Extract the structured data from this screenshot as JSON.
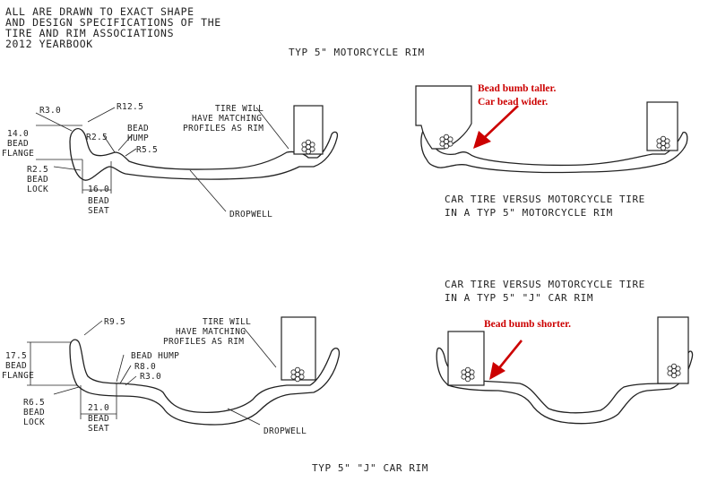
{
  "header": {
    "line1": "ALL ARE DRAWN TO EXACT SHAPE",
    "line2": "AND DESIGN SPECIFICATIONS OF THE",
    "line3": "TIRE AND RIM ASSOCIATIONS",
    "line4": "2012 YEARBOOK"
  },
  "moto_rim": {
    "title": "TYP 5\" MOTORCYCLE RIM",
    "r30": "R3.0",
    "r125": "R12.5",
    "r25_top": "R2.5",
    "bead_hump_1": "BEAD",
    "bead_hump_2": "HUMP",
    "r55": "R5.5",
    "flange_1": "14.0",
    "flange_2": "BEAD",
    "flange_3": "FLANGE",
    "lock_1": "R2.5",
    "lock_2": "BEAD",
    "lock_3": "LOCK",
    "seat_1": "16.0",
    "seat_2": "BEAD",
    "seat_3": "SEAT",
    "dropwell": "DROPWELL",
    "tire_note_1": "TIRE WILL",
    "tire_note_2": "HAVE MATCHING",
    "tire_note_3": "PROFILES AS RIM"
  },
  "car_rim": {
    "title": "TYP 5\" \"J\" CAR RIM",
    "r95": "R9.5",
    "bead_hump": "BEAD HUMP",
    "r80": "R8.0",
    "r30": "R3.0",
    "flange_1": "17.5",
    "flange_2": "BEAD",
    "flange_3": "FLANGE",
    "lock_1": "R6.5",
    "lock_2": "BEAD",
    "lock_3": "LOCK",
    "seat_1": "21.0",
    "seat_2": "BEAD",
    "seat_3": "SEAT",
    "dropwell": "DROPWELL",
    "tire_note_1": "TIRE WILL",
    "tire_note_2": "HAVE MATCHING",
    "tire_note_3": "PROFILES AS RIM"
  },
  "compare_moto": {
    "caption_1": "CAR TIRE VERSUS MOTORCYCLE TIRE",
    "caption_2": "IN A TYP 5\" MOTORCYCLE RIM",
    "note_1": "Bead bumb taller.",
    "note_2": "Car bead wider."
  },
  "compare_car": {
    "caption_1": "CAR TIRE VERSUS MOTORCYCLE TIRE",
    "caption_2": "IN A TYP 5\" \"J\" CAR RIM",
    "note_1": "Bead bumb shorter."
  },
  "colors": {
    "note": "#cc0000",
    "line": "#222222"
  }
}
